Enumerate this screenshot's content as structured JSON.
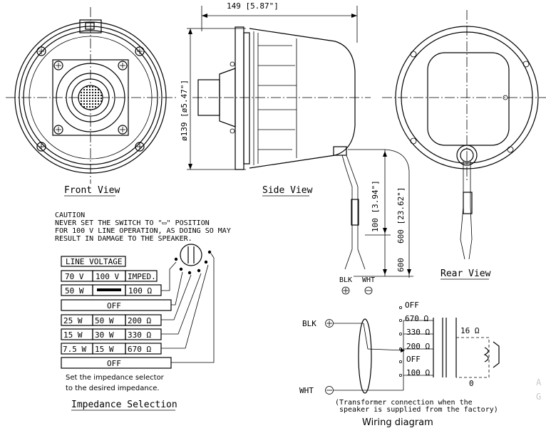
{
  "views": {
    "front": "Front View",
    "side": "Side View",
    "rear": "Rear View"
  },
  "dimensions": {
    "width": "149 [5.87\"]",
    "diameter": "ø139 [ø5.47\"]",
    "lead_short": "100 [3.94\"]",
    "lead_long": "600 [23.62\"]"
  },
  "wires": {
    "blk": "BLK",
    "wht": "WHT"
  },
  "caution": {
    "line1": "CAUTION",
    "line2": "NEVER SET THE SWITCH TO \"▭\" POSITION",
    "line3": "FOR 100 V LINE OPERATION, AS DOING SO MAY",
    "line4": "RESULT IN DAMAGE TO THE SPEAKER."
  },
  "impedance_table": {
    "header": "LINE VOLTAGE",
    "col1": "70  V",
    "col2": "100 V",
    "col3": "IMPED.",
    "rows": [
      {
        "c1": "50  W",
        "c2": "—",
        "c3": "100 Ω"
      },
      {
        "off": "OFF"
      },
      {
        "c1": "25  W",
        "c2": "50  W",
        "c3": "200  Ω"
      },
      {
        "c1": "15  W",
        "c2": "30  W",
        "c3": "330  Ω"
      },
      {
        "c1": "7.5  W",
        "c2": "15  W",
        "c3": "670  Ω"
      },
      {
        "off": "OFF"
      }
    ],
    "note1": "Set the impedance selector",
    "note2": "to the desired impedance.",
    "title": "Impedance Selection"
  },
  "wiring": {
    "taps": [
      "OFF",
      "670  Ω",
      "330  Ω",
      "200  Ω",
      "OFF",
      "100  Ω"
    ],
    "secondary_high": "16  Ω",
    "secondary_low": "0",
    "blk": "BLK",
    "wht": "WHT",
    "note1": "(Transformer connection when the",
    "note2": "speaker is supplied from the factory)",
    "title": "Wiring diagram"
  },
  "watermark": "A\nG"
}
